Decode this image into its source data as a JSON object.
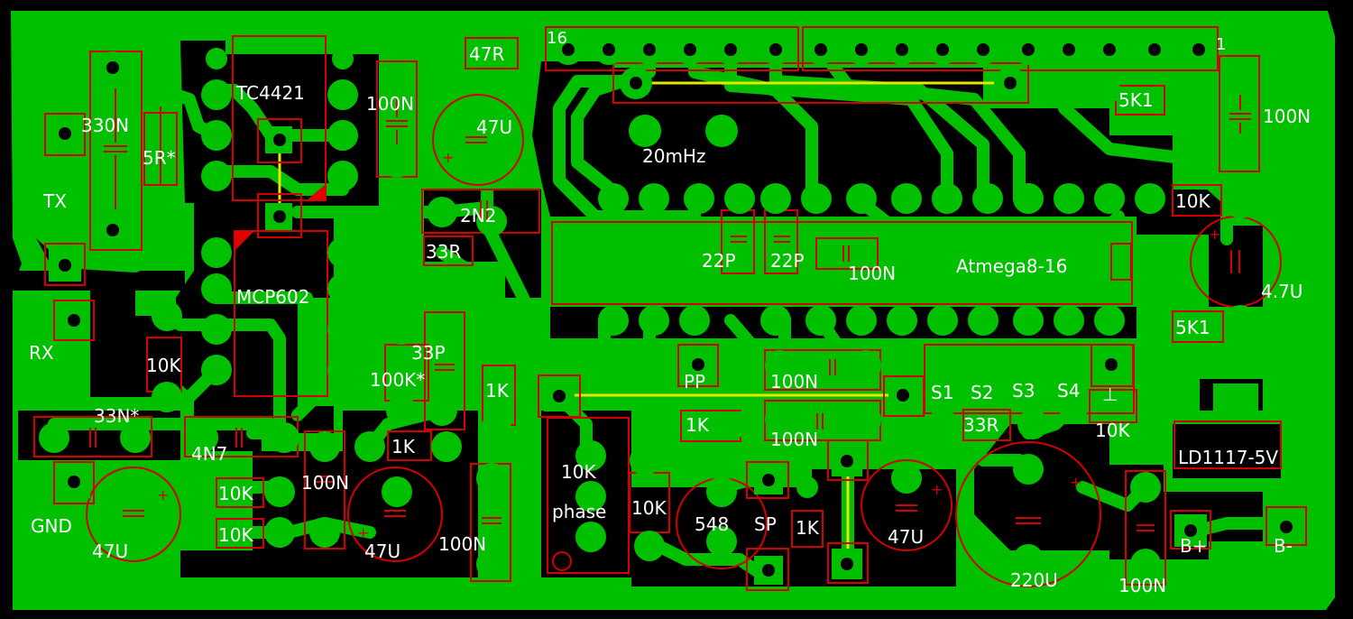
{
  "board": {
    "colors": {
      "copper": "#00c000",
      "background": "#000000",
      "silkscreen": "#d40000",
      "jumper": "#e6e600",
      "text": "#ffffff"
    }
  },
  "labels": {
    "c330n": "330N",
    "r5r": "5R*",
    "tx": "TX",
    "tc4421": "TC4421",
    "c100n_top": "100N",
    "r47r": "47R",
    "pin16": "16",
    "c47u_top": "47U",
    "crystal": "20mHz",
    "pin1": "1",
    "r5k1_top": "5K1",
    "c100n_right": "100N",
    "r10k_right": "10K",
    "c4_7u": "4.7U",
    "c2n2": "2N2",
    "r33r_mid": "33R",
    "c22p_a": "22P",
    "c22p_b": "22P",
    "c100n_mcu": "100N",
    "mcu": "Atmega8-16",
    "mcp602": "MCP602",
    "rx": "RX",
    "r10k_left": "10K",
    "c33p": "33P",
    "r100k": "100K*",
    "r1k_a": "1K",
    "pp": "PP",
    "c100n_mid1": "100N",
    "s1": "S1",
    "s2": "S2",
    "s3": "S3",
    "s4": "S4",
    "gnd_sym": "⊥",
    "r5k1_bot": "5K1",
    "c33n": "33N*",
    "c4n7": "4N7",
    "r1k_b": "1K",
    "c100n_mid2": "100N",
    "r33r_bot": "33R",
    "r10k_bot": "10K",
    "ld1117": "LD1117-5V",
    "gnd": "GND",
    "r10k_a": "10K",
    "r10k_b": "10K",
    "c100n_low": "100N",
    "r1k_c": "1K",
    "pot": "10K",
    "phase": "phase",
    "r10k_c": "10K",
    "t548": "548",
    "sp": "SP",
    "r1k_d": "1K",
    "c47u_bl": "47U",
    "c47u_bm": "47U",
    "c100n_bm": "100N",
    "c47u_br": "47U",
    "c220u": "220U",
    "c100n_br": "100N",
    "bplus": "B+",
    "bminus": "B-"
  }
}
